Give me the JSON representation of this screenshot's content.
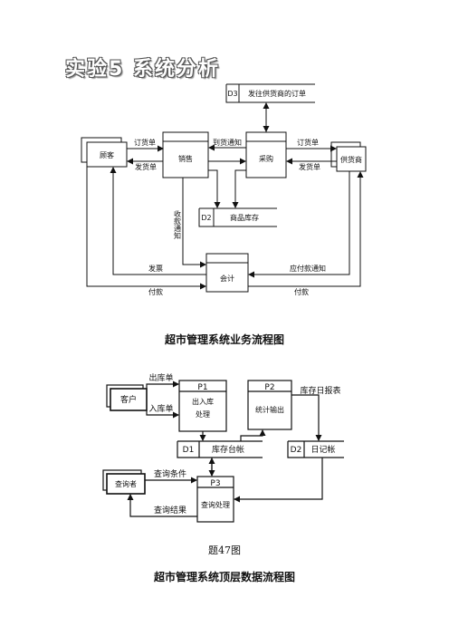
{
  "page_title": "实验5 系统分析",
  "d1": {
    "entities": {
      "customer": "顾客",
      "supplier": "供货商"
    },
    "processes": {
      "sales": "销售",
      "purchase": "采购",
      "accounting": "会计"
    },
    "stores": {
      "d3_id": "D3",
      "d3_name": "发往供货商的订单",
      "d2_id": "D2",
      "d2_name": "商品库存"
    },
    "flows": {
      "order_in": "订货单",
      "ship_out": "发货单",
      "arrival": "到货通知",
      "order_out": "订货单",
      "ship_in": "发货单",
      "receipt": "收款通知",
      "invoice": "发票",
      "pay_notice": "应付款通知",
      "pay_left": "付款",
      "pay_right": "付款"
    },
    "caption": "超市管理系统业务流程图"
  },
  "d2": {
    "entities": {
      "customer": "客户",
      "inquirer": "查询者"
    },
    "processes": {
      "p1_id": "P1",
      "p1_name_1": "出入库",
      "p1_name_2": "处理",
      "p2_id": "P2",
      "p2_name": "统计输出",
      "p3_id": "P3",
      "p3_name": "查询处理"
    },
    "stores": {
      "d1_id": "D1",
      "d1_name": "库存台帐",
      "d2_id": "D2",
      "d2_name": "日记帐"
    },
    "flows": {
      "out_slip": "出库单",
      "in_slip": "入库单",
      "daily_report": "库存日报表",
      "query_cond": "查询条件",
      "query_result": "查询结果"
    },
    "subtitle": "题47图",
    "caption": "超市管理系统顶层数据流程图"
  }
}
